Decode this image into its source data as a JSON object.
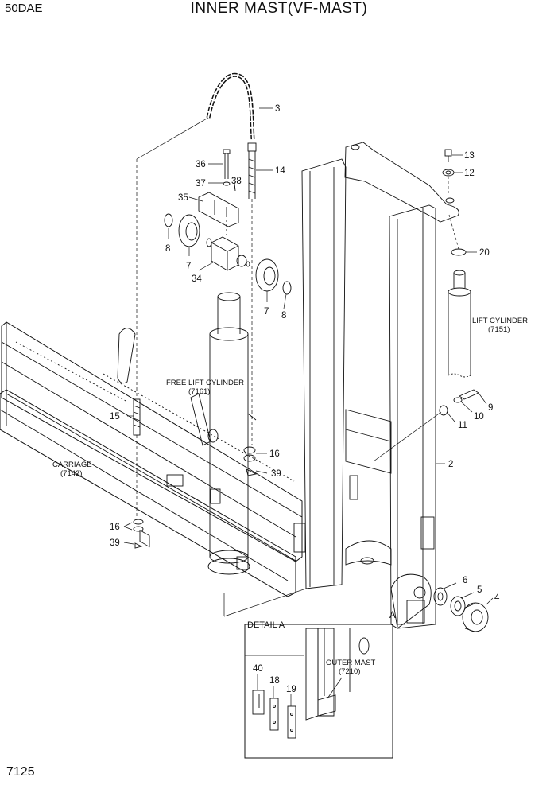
{
  "header": {
    "model": "50DAE",
    "title": "INNER  MAST(VF-MAST)"
  },
  "footer": {
    "page_number": "7125"
  },
  "labels": {
    "lift_cylinder": [
      "LIFT CYLINDER",
      "(7151)"
    ],
    "free_lift_cylinder": [
      "FREE LIFT CYLINDER",
      "(7161)"
    ],
    "carriage": [
      "CARRIAGE",
      "(7142)"
    ],
    "outer_mast": [
      "OUTER MAST",
      "(7210)"
    ],
    "detail_title": "DETAIL A",
    "detail_ref": "A"
  },
  "callouts": {
    "p3": "3",
    "p36": "36",
    "p14": "14",
    "p37": "37",
    "p38": "38",
    "p35": "35",
    "p8a": "8",
    "p7a": "7",
    "p34": "34",
    "p7b": "7",
    "p8b": "8",
    "p13": "13",
    "p12": "12",
    "p20": "20",
    "p9": "9",
    "p10": "10",
    "p11": "11",
    "p2": "2",
    "p15": "15",
    "p16a": "16",
    "p39a": "39",
    "p16b": "16",
    "p39b": "39",
    "p6": "6",
    "p5": "5",
    "p4": "4",
    "p40": "40",
    "p18": "18",
    "p19": "19"
  }
}
